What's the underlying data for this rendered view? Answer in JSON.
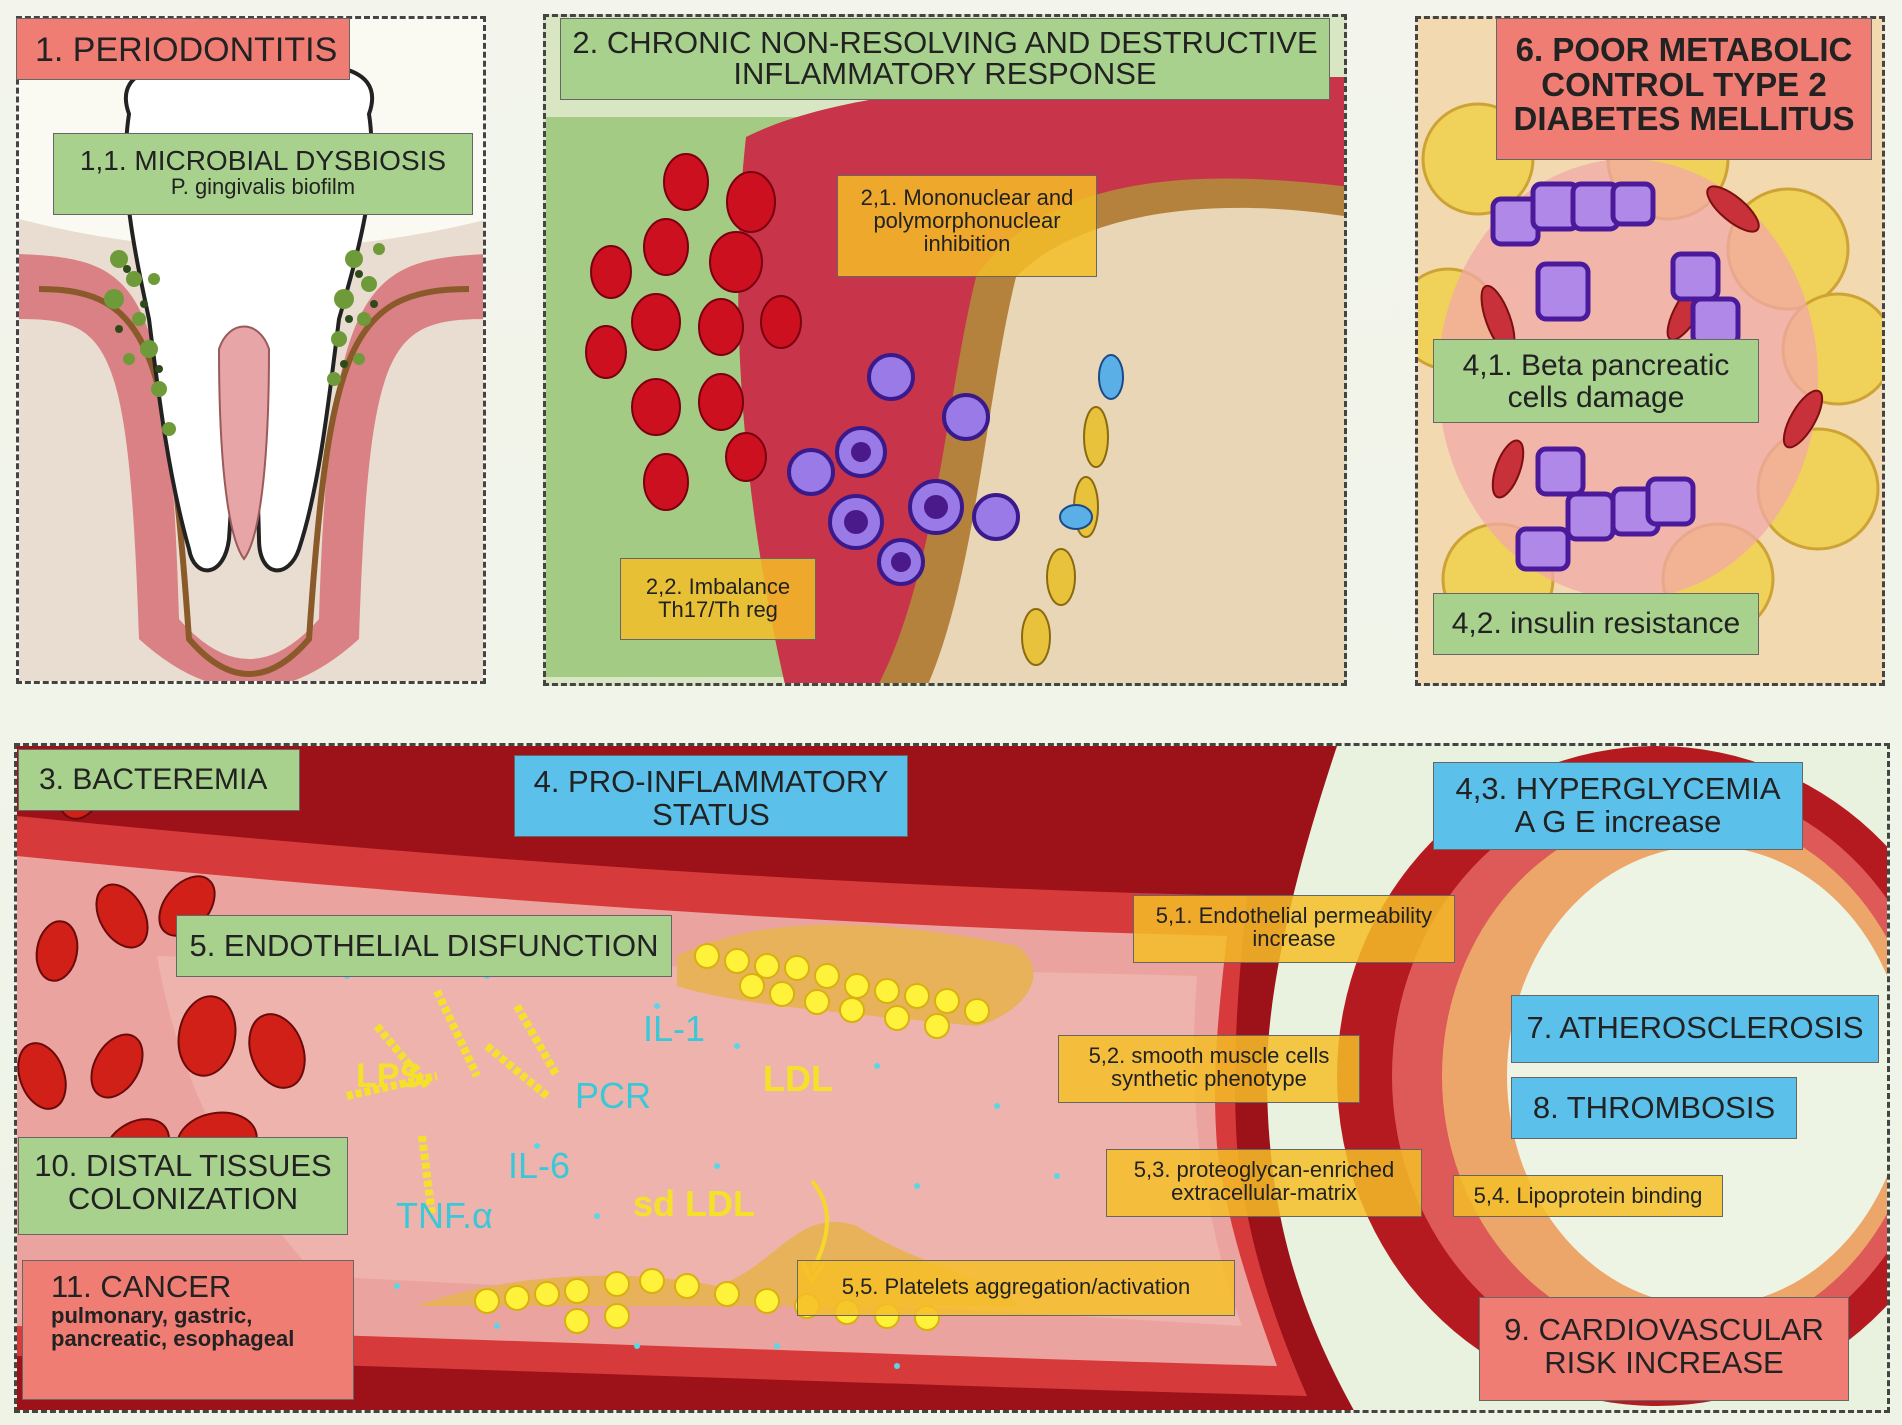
{
  "labels": {
    "periodontitis": "1. PERIODONTITIS",
    "dysbiosis": "1,1. MICROBIAL DYSBIOSIS",
    "dysbiosis_sub": "P. gingivalis biofilm",
    "chronic_line1": "2. CHRONIC NON-RESOLVING AND DESTRUCTIVE",
    "chronic_line2": "INFLAMMATORY RESPONSE",
    "mononuclear_line1": "2,1. Mononuclear and",
    "mononuclear_line2": "polymorphonuclear",
    "mononuclear_line3": "inhibition",
    "imbalance_line1": "2,2. Imbalance",
    "imbalance_line2": "Th17/Th reg",
    "diabetes_line1": "6. POOR METABOLIC",
    "diabetes_line2": "CONTROL TYPE 2",
    "diabetes_line3": "DIABETES MELLITUS",
    "beta_line1": "4,1. Beta pancreatic",
    "beta_line2": "cells damage",
    "insulin": "4,2. insulin resistance",
    "bacteremia": "3. BACTEREMIA",
    "proinflam_line1": "4. PRO-INFLAMMATORY",
    "proinflam_line2": "STATUS",
    "hyperglycemia_line1": "4,3. HYPERGLYCEMIA",
    "hyperglycemia_line2": "A G E increase",
    "endothelial": "5. ENDOTHELIAL DISFUNCTION",
    "permeability_line1": "5,1. Endothelial permeability",
    "permeability_line2": "increase",
    "smooth_line1": "5,2. smooth muscle cells",
    "smooth_line2": "synthetic phenotype",
    "proteoglycan_line1": "5,3. proteoglycan-enriched",
    "proteoglycan_line2": "extracellular-matrix",
    "lipoprotein": "5,4. Lipoprotein binding",
    "platelets": "5,5. Platelets aggregation/activation",
    "atherosclerosis": "7. ATHEROSCLEROSIS",
    "thrombosis": "8. THROMBOSIS",
    "cardio_line1": "9. CARDIOVASCULAR",
    "cardio_line2": "RISK INCREASE",
    "distal_line1": "10. DISTAL TISSUES",
    "distal_line2": "COLONIZATION",
    "cancer": "11. CANCER",
    "cancer_sub1": "pulmonary, gastric,",
    "cancer_sub2": "pancreatic, esophageal"
  },
  "molecules": {
    "il1": "IL-1",
    "pcr": "PCR",
    "il6": "IL-6",
    "tnf": "TNF.α",
    "lps": "LPS",
    "ldl": "LDL",
    "sdldl": "sd LDL"
  },
  "colors": {
    "red_label": "#f07d74",
    "green_label": "#a9d18e",
    "blue_label": "#5bc0ea",
    "yellow_label": "#f5be28",
    "vessel_red": "#c0202a",
    "gum_pink": "#e7b7b3"
  }
}
